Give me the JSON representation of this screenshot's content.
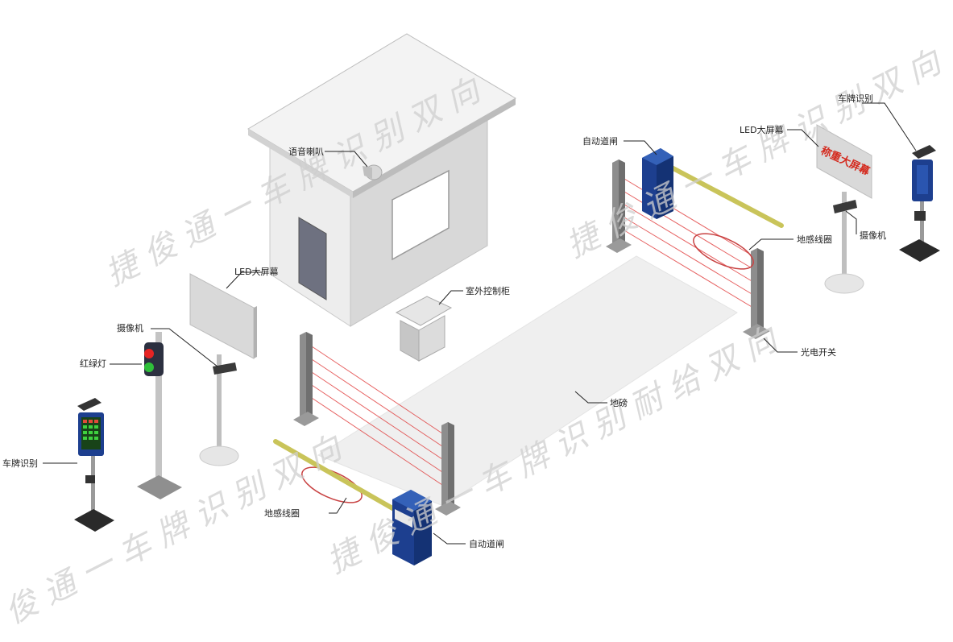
{
  "labels": {
    "speaker": "语音喇叭",
    "led_left": "LED大屏幕",
    "camera_left": "摄像机",
    "traffic_light": "红绿灯",
    "plate_left": "车牌识别",
    "cabinet": "室外控制柜",
    "scale": "地磅",
    "loop_front": "地感线圈",
    "gate_front": "自动道闸",
    "gate_back": "自动道闸",
    "loop_back": "地感线圈",
    "photo_switch": "光电开关",
    "led_right": "LED大屏幕",
    "plate_right": "车牌识别",
    "camera_right": "摄像机"
  },
  "led_screen_text": "称重大屏幕",
  "watermarks": [
    "捷 俊 通 一 车 牌 识 别 双 向",
    "捷 俊 通 一 车 牌 识 别 双 向",
    "俊 通 一 车 牌 识 别 双 向",
    "捷 俊 通 一 车 牌 识 别 耐 给 双 向"
  ],
  "colors": {
    "gate_blue": "#1d3f8f",
    "boom_yellow": "#c9c45a",
    "laser_red": "#e03a3a",
    "post_gray": "#8d8d8d",
    "light_red": "#e52424",
    "light_green": "#2fbf3a"
  }
}
